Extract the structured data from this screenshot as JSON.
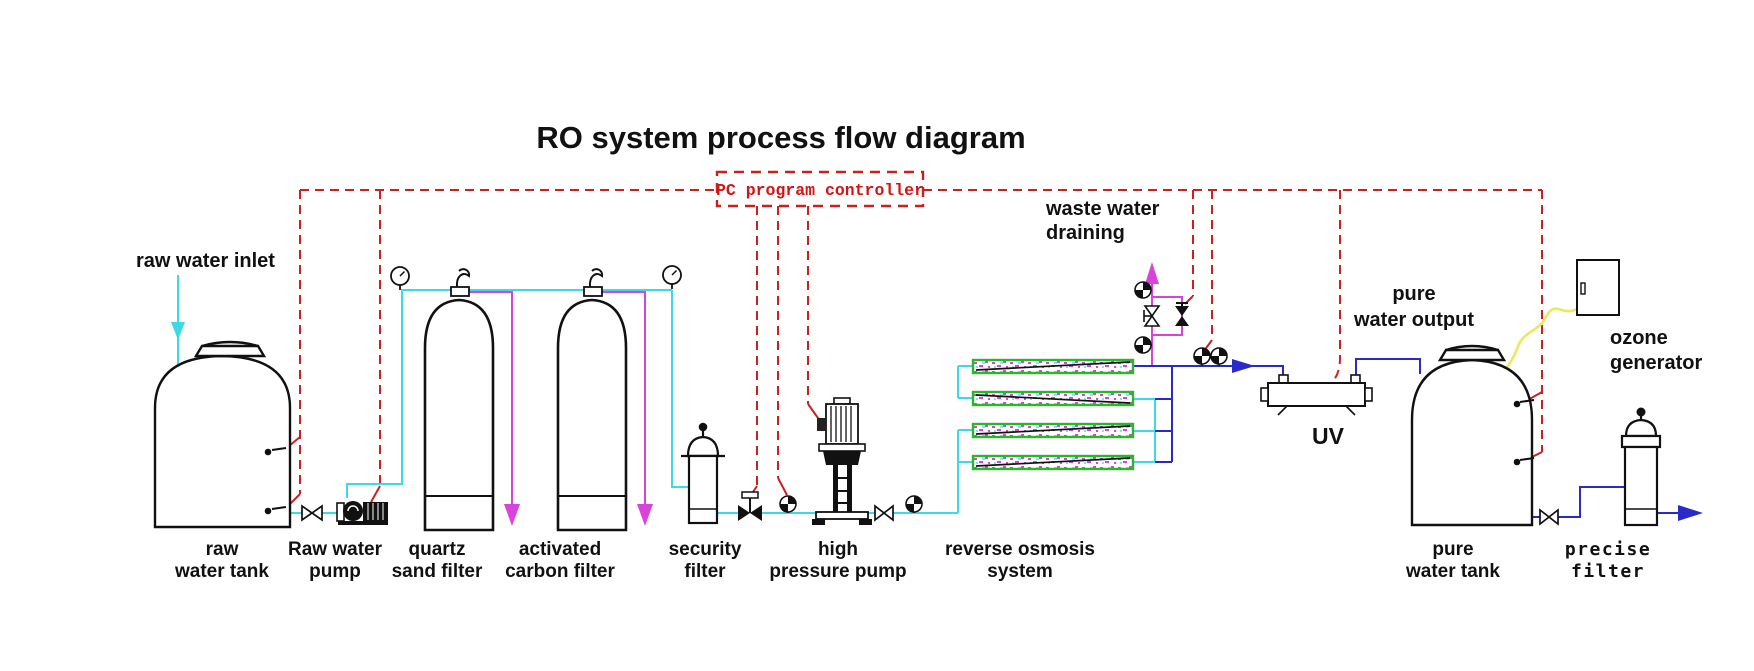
{
  "title": "RO system process flow diagram",
  "controller": {
    "label": "PC program controller"
  },
  "annotations": {
    "raw_water_inlet": "raw water inlet",
    "waste_water": [
      "waste water",
      "draining"
    ],
    "pure_water_output": [
      "pure",
      "water output"
    ],
    "uv": "UV",
    "ozone_generator": [
      "ozone",
      "generator"
    ]
  },
  "equipment": {
    "raw_water_tank": [
      "raw",
      "water tank"
    ],
    "raw_water_pump": [
      "Raw water",
      "pump"
    ],
    "quartz_sand_filter": [
      "quartz",
      "sand filter"
    ],
    "activated_carbon_filter": [
      "activated",
      "carbon filter"
    ],
    "security_filter": [
      "security",
      "filter"
    ],
    "high_pressure_pump": [
      "high",
      "pressure pump"
    ],
    "reverse_osmosis_system": [
      "reverse osmosis",
      "system"
    ],
    "pure_water_tank": [
      "pure",
      "water tank"
    ],
    "precise_filter": [
      "precise",
      "filter"
    ]
  },
  "line_colors": {
    "raw_water": "#3cd9e6",
    "waste_backwash": "#d843dc",
    "pure_water": "#2a2ac8",
    "control_signal": "#c92121",
    "ozone": "#e8e862",
    "membrane_border": "#2ab52a",
    "controller_text": "#d51414"
  }
}
